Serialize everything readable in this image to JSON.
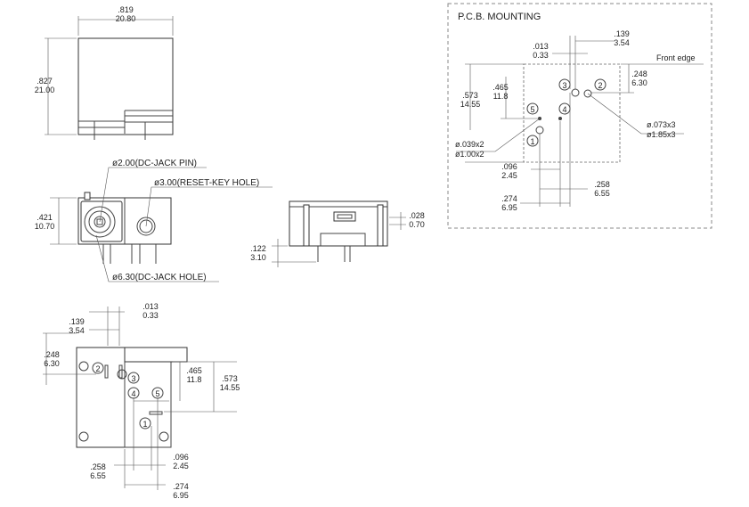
{
  "top_view": {
    "width_in": ".819",
    "width_mm": "20.80",
    "height_in": ".827",
    "height_mm": "21.00"
  },
  "front_view": {
    "height_in": ".421",
    "height_mm": "10.70",
    "pin_label": "ø2.00(DC-JACK PIN)",
    "reset_label": "ø3.00(RESET-KEY HOLE)",
    "hole_label": "ø6.30(DC-JACK HOLE)"
  },
  "side_view": {
    "top_in": ".028",
    "top_mm": "0.70",
    "pin_in": ".122",
    "pin_mm": "3.10"
  },
  "bottom_view": {
    "d013_in": ".013",
    "d013_mm": "0.33",
    "d139_in": ".139",
    "d139_mm": "3.54",
    "d248_in": ".248",
    "d248_mm": "6.30",
    "d465_in": ".465",
    "d465_mm": "11.8",
    "d573_in": ".573",
    "d573_mm": "14.55",
    "d096_in": ".096",
    "d096_mm": "2.45",
    "d258_in": ".258",
    "d258_mm": "6.55",
    "d274_in": ".274",
    "d274_mm": "6.95",
    "pin1": "1",
    "pin2": "2",
    "pin3": "3",
    "pin4": "4",
    "pin5": "5"
  },
  "pcb": {
    "title": "P.C.B. MOUNTING",
    "front_edge": "Front edge",
    "d013_in": ".013",
    "d013_mm": "0.33",
    "d139_in": ".139",
    "d139_mm": "3.54",
    "d248_in": ".248",
    "d248_mm": "6.30",
    "d465_in": ".465",
    "d465_mm": "11.8",
    "d573_in": ".573",
    "d573_mm": "14.55",
    "hole073": "ø.073x3",
    "hole185": "ø1.85x3",
    "hole039": "ø.039x2",
    "hole100": "ø1.00x2",
    "d096_in": ".096",
    "d096_mm": "2.45",
    "d258_in": ".258",
    "d258_mm": "6.55",
    "d274_in": ".274",
    "d274_mm": "6.95",
    "pin1": "1",
    "pin2": "2",
    "pin3": "3",
    "pin4": "4",
    "pin5": "5"
  }
}
